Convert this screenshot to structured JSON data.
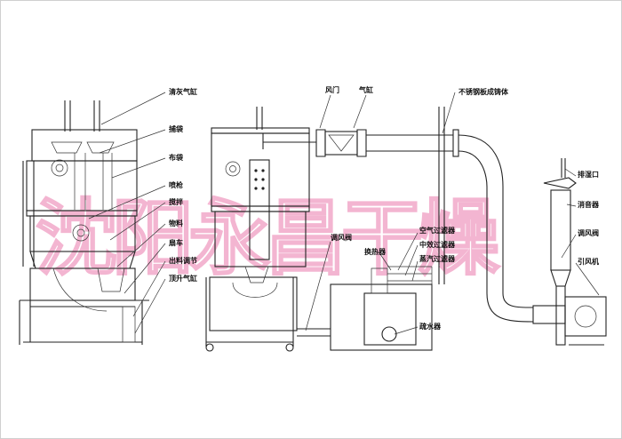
{
  "labels": {
    "qingfeng_qigang": "清灰气缸",
    "buzhou": "捕袋",
    "budai": "布袋",
    "penqiang": "喷枪",
    "jiaoban": "搅拌",
    "wuliao": "物料",
    "qiegu": "扇车",
    "chuliao_tiaojie": "出料调节",
    "qiangding_qigang": "顶升气缸",
    "fengmen": "风门",
    "qigang": "气缸",
    "bugangban_chengxing": "不锈钢板成铸体",
    "paifengkou": "排湿口",
    "xiaoyinqi": "消音器",
    "tiaofengfa": "调风阀",
    "yinfengji": "引风机",
    "kongqi_guolvqi": "空气过滤器",
    "tiaofengfa2": "调风阀",
    "huanreqi": "换热器",
    "ganzao_guolvqi": "中效过滤器",
    "zhengqi_guolvqi": "蒸汽过滤器",
    "shushuiqi": "疏水器"
  },
  "watermark": "沈阳永昌干燥"
}
